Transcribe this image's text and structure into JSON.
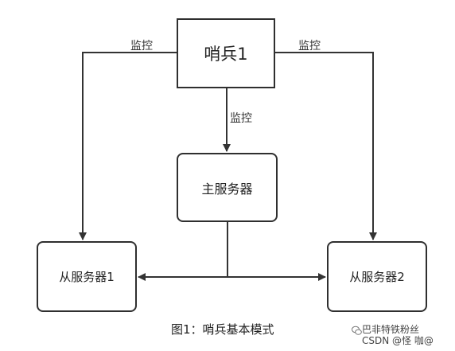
{
  "nodes": {
    "sentinel": "哨兵1",
    "master": "主服务器",
    "slave1": "从服务器1",
    "slave2": "从服务器2"
  },
  "edges": {
    "monitor_left": "监控",
    "monitor_middle": "监控",
    "monitor_right": "监控"
  },
  "caption": "图1：哨兵基本模式",
  "watermark": {
    "line1": "巴非特铁粉丝",
    "line2": "CSDN @怪 咖@"
  },
  "colors": {
    "line": "#333333",
    "box_border": "#2f2f2f"
  }
}
